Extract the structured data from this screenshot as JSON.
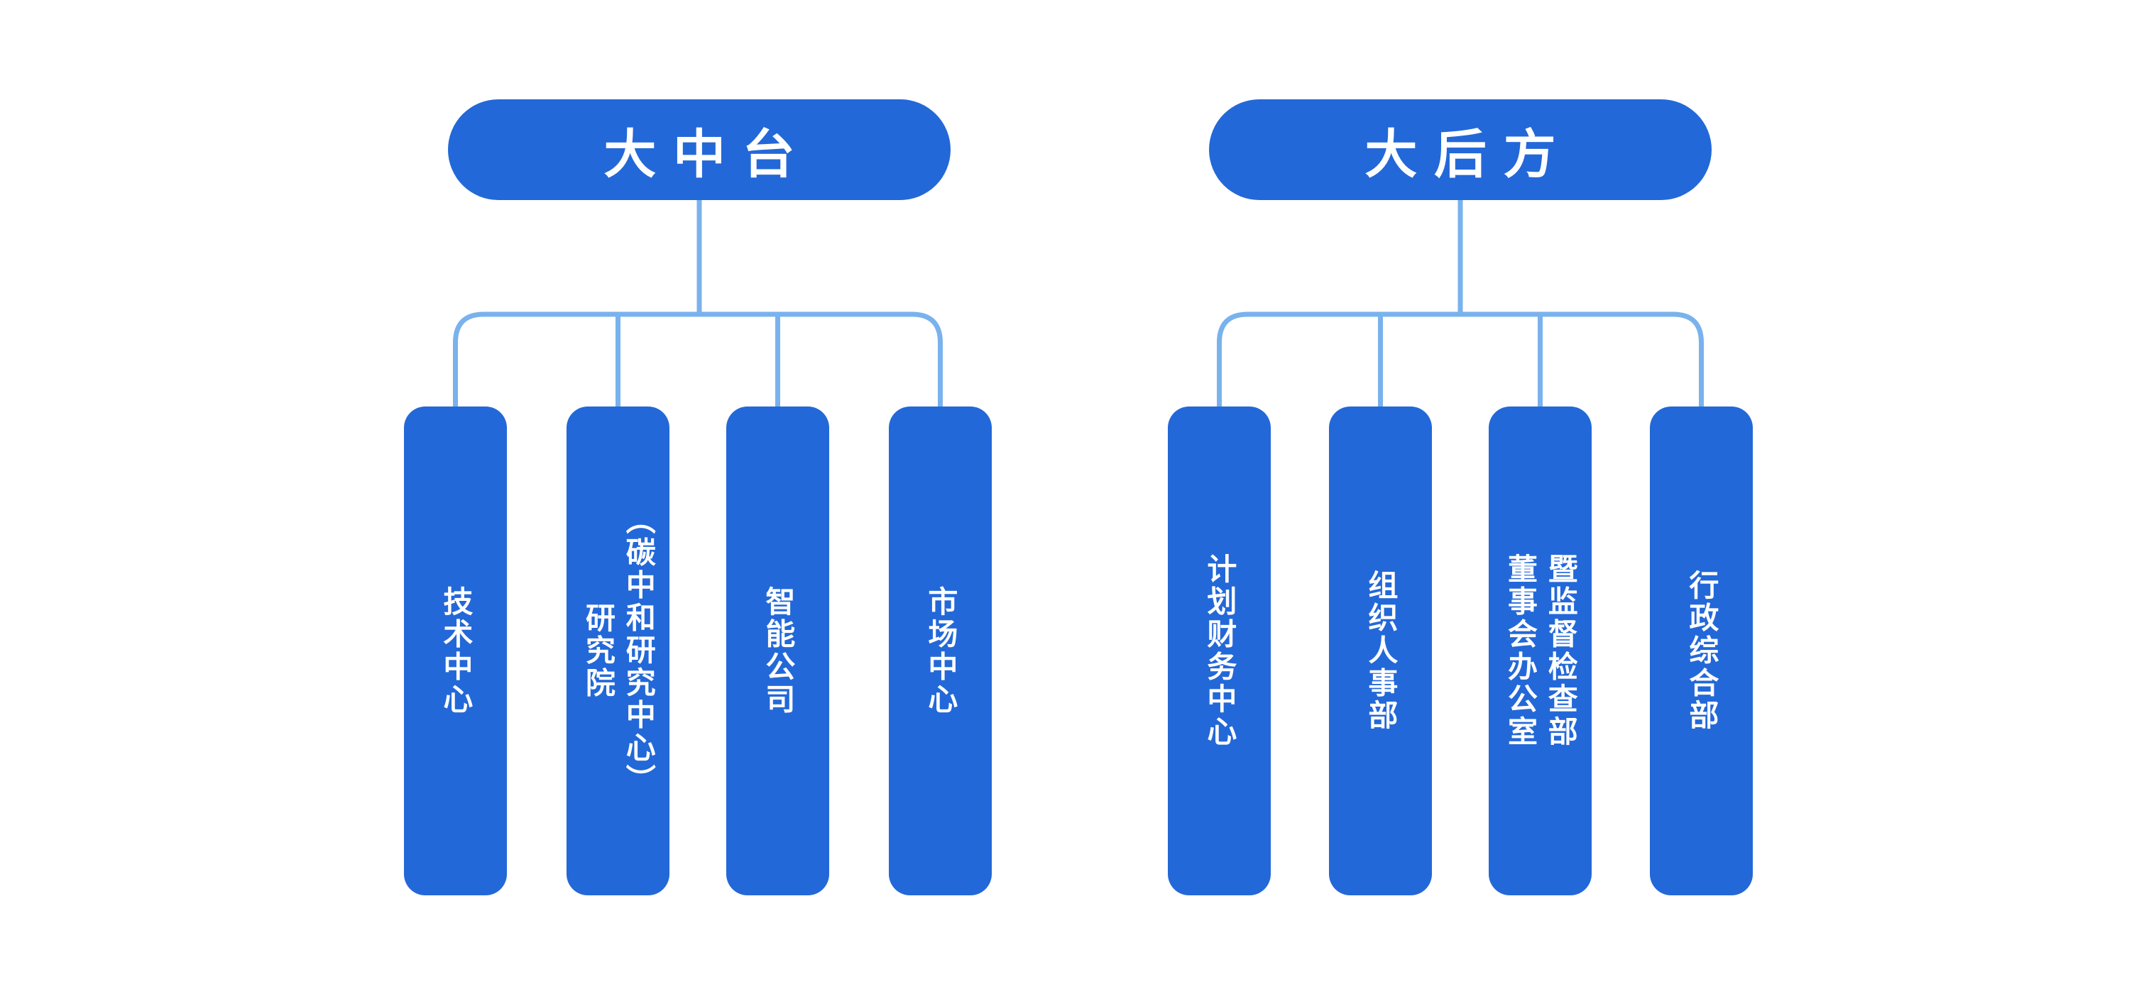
{
  "colors": {
    "node_fill": "#2368D8",
    "node_text": "#ffffff",
    "connector": "#79B2EC",
    "background": "#ffffff"
  },
  "groups": [
    {
      "root": {
        "label": "大中台"
      },
      "children": [
        {
          "label": "技术中心"
        },
        {
          "label": "研究院\n（碳中和研究中心）"
        },
        {
          "label": "智能公司"
        },
        {
          "label": "市场中心"
        }
      ]
    },
    {
      "root": {
        "label": "大后方"
      },
      "children": [
        {
          "label": "计划财务中心"
        },
        {
          "label": "组织人事部"
        },
        {
          "label": "董事会办公室\n暨监督检查部"
        },
        {
          "label": "行政综合部"
        }
      ]
    }
  ]
}
